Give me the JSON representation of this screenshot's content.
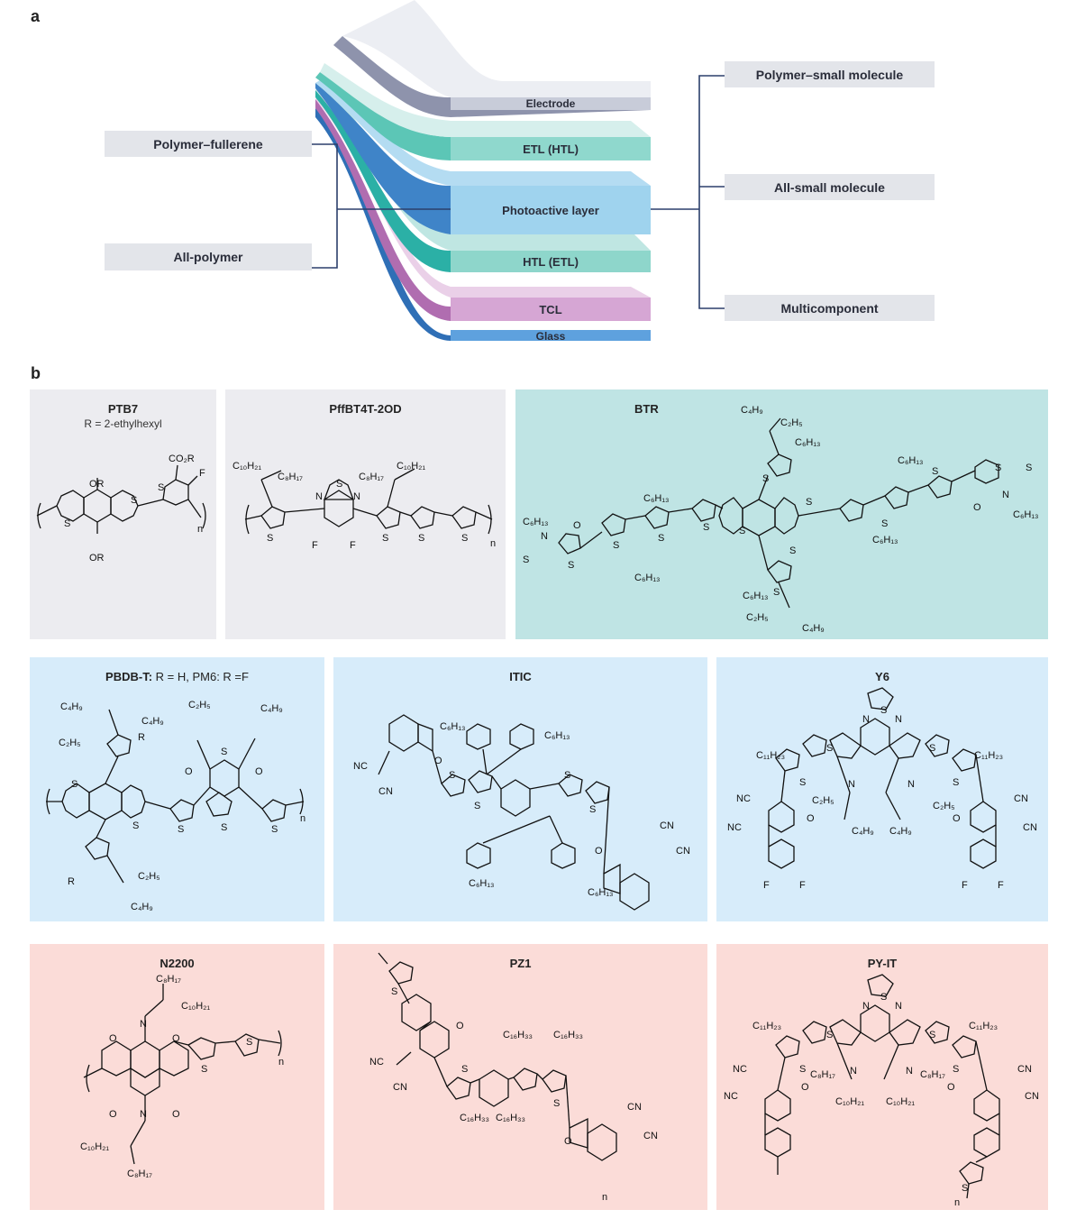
{
  "panels": {
    "a": "a",
    "b": "b"
  },
  "device": {
    "left_labels": [
      "Polymer–fullerene",
      "All-polymer"
    ],
    "right_labels": [
      "Polymer–small molecule",
      "All-small molecule",
      "Multicomponent"
    ],
    "layers": [
      "Electrode",
      "ETL (HTL)",
      "Photoactive layer",
      "HTL (ETL)",
      "TCL",
      "Glass"
    ],
    "colors": {
      "electrode": "#9aa0b8",
      "etl": "#63c6b8",
      "photoactive": "#8fcbe8",
      "htl": "#5cc0b2",
      "tcl": "#c98fc7",
      "glass": "#4a8ed0",
      "label_bg": "#e3e5ea"
    }
  },
  "molecules": [
    {
      "title": "PTB7",
      "title_rest": "",
      "subtitle": "R = 2-ethylhexyl",
      "bg": "#ececf0"
    },
    {
      "title": "PffBT4T-2OD",
      "title_rest": "",
      "subtitle": "",
      "bg": "#ececf0"
    },
    {
      "title": "BTR",
      "title_rest": "",
      "subtitle": "",
      "bg": "#bfe4e4"
    },
    {
      "title": "PBDB-T:",
      "title_rest": " R = H, PM6: R =F",
      "subtitle": "",
      "bg": "#d7ecfa"
    },
    {
      "title": "ITIC",
      "title_rest": "",
      "subtitle": "",
      "bg": "#d7ecfa"
    },
    {
      "title": "Y6",
      "title_rest": "",
      "subtitle": "",
      "bg": "#d7ecfa"
    },
    {
      "title": "N2200",
      "title_rest": "",
      "subtitle": "",
      "bg": "#fbdcd8"
    },
    {
      "title": "PZ1",
      "title_rest": "",
      "subtitle": "",
      "bg": "#fbdcd8"
    },
    {
      "title": "PY-IT",
      "title_rest": "",
      "subtitle": "",
      "bg": "#fbdcd8"
    }
  ],
  "atoms": {
    "ptb7": [
      "OR",
      "OR",
      "S",
      "S",
      "S",
      "CO₂R",
      "F",
      "n"
    ],
    "pffbt": [
      "C₁₀H₂₁",
      "C₈H₁₇",
      "C₈H₁₇",
      "C₁₀H₂₁",
      "N",
      "S",
      "N",
      "F",
      "F",
      "S",
      "S",
      "S",
      "S",
      "n"
    ],
    "btr": [
      "C₄H₉",
      "C₂H₅",
      "C₆H₁₃",
      "S",
      "S",
      "S",
      "C₆H₁₃",
      "C₆H₁₃",
      "C₆H₁₃",
      "O",
      "N",
      "C₆H₁₃",
      "S",
      "S",
      "S",
      "S",
      "S",
      "O",
      "N",
      "C₆H₁₃",
      "S",
      "S",
      "S",
      "S",
      "C₆H₁₃",
      "C₆H₁₃",
      "C₂H₅",
      "C₄H₉",
      "S",
      "S"
    ],
    "pbdb": [
      "C₄H₉",
      "C₂H₅",
      "R",
      "C₄H₉",
      "C₂H₅",
      "C₄H₉",
      "S",
      "O",
      "O",
      "S",
      "S",
      "S",
      "S",
      "S",
      "R",
      "C₂H₅",
      "C₄H₉",
      "n"
    ],
    "itic": [
      "C₆H₁₃",
      "C₆H₁₃",
      "O",
      "NC",
      "CN",
      "S",
      "S",
      "S",
      "S",
      "CN",
      "CN",
      "O",
      "C₆H₁₃",
      "C₆H₁₃"
    ],
    "y6": [
      "N",
      "S",
      "N",
      "C₁₁H₂₃",
      "C₁₁H₂₃",
      "S",
      "S",
      "S",
      "S",
      "N",
      "N",
      "C₂H₅",
      "C₂H₅",
      "C₄H₉",
      "C₄H₉",
      "NC",
      "NC",
      "O",
      "O",
      "CN",
      "CN",
      "F",
      "F",
      "F",
      "F"
    ],
    "n2200": [
      "C₈H₁₇",
      "C₁₀H₂₁",
      "N",
      "O",
      "O",
      "S",
      "S",
      "n",
      "O",
      "O",
      "N",
      "C₁₀H₂₁",
      "C₈H₁₇"
    ],
    "pz1": [
      "S",
      "O",
      "C₁₆H₃₃",
      "C₁₆H₃₃",
      "NC",
      "CN",
      "S",
      "S",
      "C₁₆H₃₃",
      "C₁₆H₃₃",
      "CN",
      "CN",
      "O",
      "n"
    ],
    "pyit": [
      "N",
      "S",
      "N",
      "C₁₁H₂₃",
      "C₁₁H₂₃",
      "S",
      "S",
      "S",
      "S",
      "N",
      "N",
      "NC",
      "NC",
      "CN",
      "CN",
      "C₈H₁₇",
      "C₈H₁₇",
      "O",
      "O",
      "C₁₀H₂₁",
      "C₁₀H₂₁",
      "S",
      "n"
    ]
  }
}
